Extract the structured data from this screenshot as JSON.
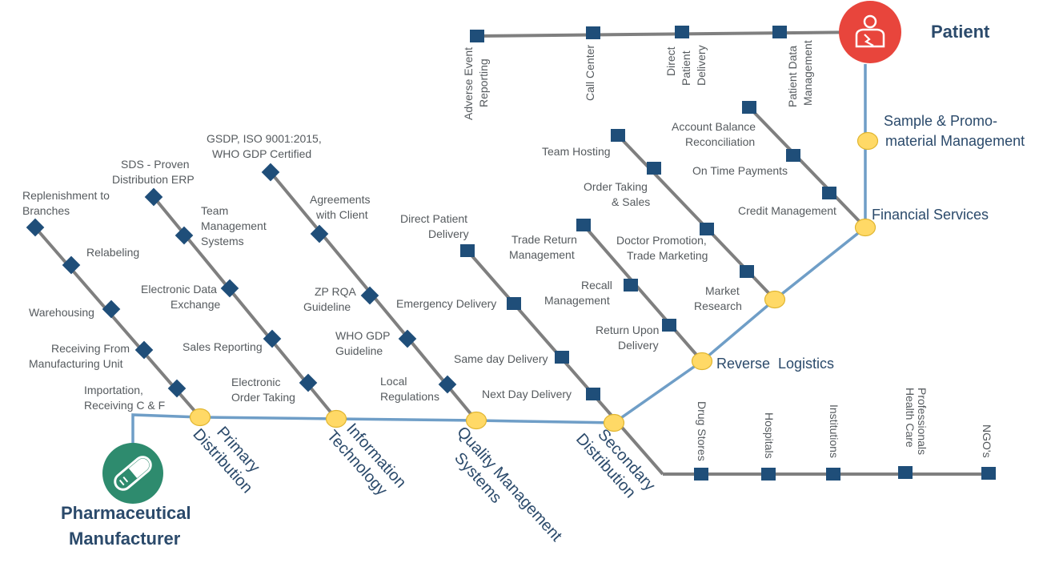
{
  "colors": {
    "spine_blue": "#6f9ec7",
    "branch_grey": "#7f7f7f",
    "node_navy": "#1f4e79",
    "node_yellow": "#ffd966",
    "patient_red": "#e8453c",
    "manufacturer_green": "#2e8b6e",
    "title_text": "#2b4a6b",
    "label_text": "#555a5e"
  },
  "endpoints": {
    "manufacturer": {
      "title_line1": "Pharmaceutical",
      "title_line2": "Manufacturer",
      "icon": "pill-capsule-icon"
    },
    "patient": {
      "title": "Patient",
      "icon": "patient-body-icon"
    }
  },
  "main_stages": {
    "primary": {
      "line1": "Primary",
      "line2": "Distribution"
    },
    "it": {
      "line1": "Information",
      "line2": "Technology"
    },
    "qms": {
      "line1": "Quality Management",
      "line2": "Systems"
    },
    "secondary": {
      "line1": "Secondary",
      "line2": "Distribution"
    },
    "reverse": "Reverse  Logistics",
    "financial": "Financial Services",
    "sample": {
      "line1": "Sample & Promo-",
      "line2": "material Management"
    }
  },
  "branches": {
    "primary": {
      "replenishment": {
        "line1": "Replenishment to",
        "line2": "Branches"
      },
      "relabeling": "Relabeling",
      "warehousing": "Warehousing",
      "receiving": {
        "line1": "Receiving From",
        "line2": "Manufacturing Unit"
      },
      "importation": {
        "line1": "Importation,",
        "line2": "Receiving C & F"
      }
    },
    "it": {
      "sds": {
        "line1": "SDS - Proven",
        "line2": "Distribution ERP"
      },
      "team": {
        "line1": "Team",
        "line2": "Management",
        "line3": "Systems"
      },
      "edi": {
        "line1": "Electronic Data",
        "line2": "Exchange"
      },
      "sales": "Sales Reporting",
      "order": {
        "line1": "Electronic",
        "line2": "Order Taking"
      }
    },
    "qms": {
      "gsdp": {
        "line1": "GSDP, ISO 9001:2015,",
        "line2": "WHO GDP Certified"
      },
      "agreements": {
        "line1": "Agreements",
        "line2": "with Client"
      },
      "zp": {
        "line1": "ZP RQA",
        "line2": "Guideline"
      },
      "who": {
        "line1": "WHO GDP",
        "line2": "Guideline"
      },
      "local": {
        "line1": "Local",
        "line2": "Regulations"
      }
    },
    "secondary": {
      "dpd": {
        "line1": "Direct Patient",
        "line2": "Delivery"
      },
      "emergency": "Emergency Delivery",
      "sameday": "Same day Delivery",
      "nextday": "Next Day Delivery"
    },
    "reverse": {
      "trade": {
        "line1": "Trade Return",
        "line2": "Management"
      },
      "recall": {
        "line1": "Recall",
        "line2": "Management"
      },
      "return": {
        "line1": "Return Upon",
        "line2": "Delivery"
      }
    },
    "market": {
      "hosting": "Team Hosting",
      "order_sales": {
        "line1": "Order Taking",
        "line2": "& Sales"
      },
      "doctor": {
        "line1": "Doctor Promotion,",
        "line2": "Trade Marketing"
      },
      "research": {
        "line1": "Market",
        "line2": "Research"
      }
    },
    "financial": {
      "account": {
        "line1": "Account Balance",
        "line2": "Reconciliation"
      },
      "ontime": "On Time Payments",
      "credit": "Credit Management"
    },
    "patient_line": {
      "adverse": {
        "line1": "Adverse Event",
        "line2": "Reporting"
      },
      "callcenter": "Call Center",
      "direct": {
        "line1": "Direct",
        "line2": "Patient",
        "line3": "Delivery"
      },
      "pdm": {
        "line1": "Patient Data",
        "line2": "Management"
      }
    },
    "customers": {
      "drug": "Drug Stores",
      "hospitals": "Hospitals",
      "institutions": "Institutions",
      "hcp": {
        "line1": "Health Care",
        "line2": "Professionals"
      },
      "ngo": "NGO's"
    }
  }
}
